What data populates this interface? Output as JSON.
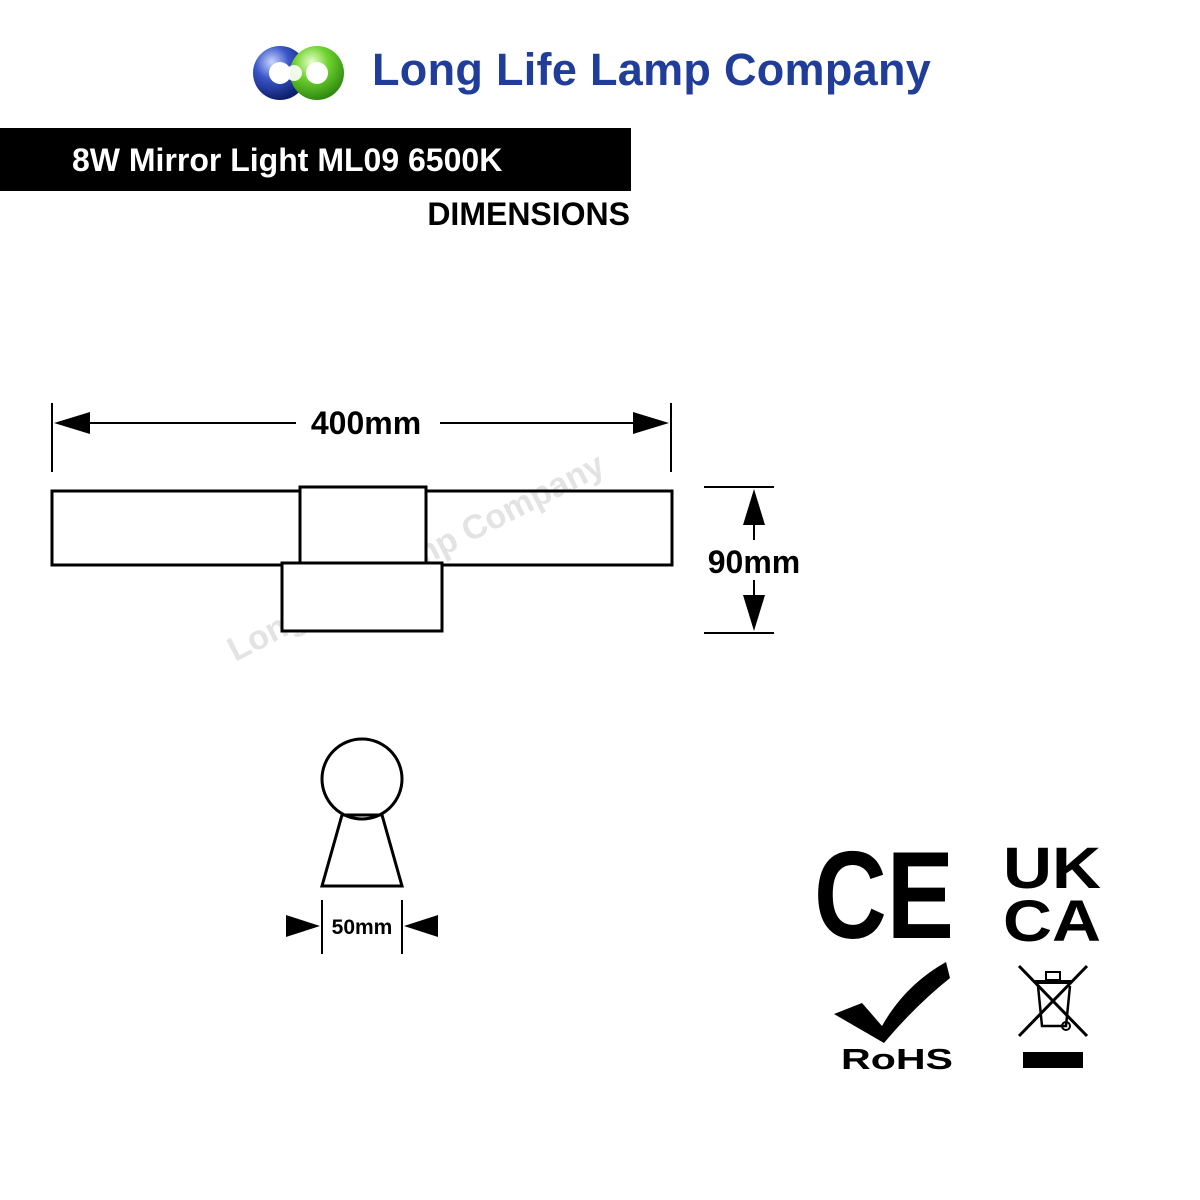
{
  "brand": {
    "name": "Long Life Lamp Company",
    "color": "#1f3d99",
    "logo": "double-ring-logo-icon"
  },
  "product": {
    "title": "8W Mirror Light ML09 6500K",
    "section": "DIMENSIONS"
  },
  "dimensions": {
    "width": "400mm",
    "height": "90mm",
    "depth": "50mm"
  },
  "watermark": "Long Life Lamp Company",
  "certifications": {
    "ce": "CE",
    "ukca_top": "UK",
    "ukca_bottom": "CA",
    "rohs": "RoHS",
    "weee": "weee-crossed-bin-icon"
  }
}
